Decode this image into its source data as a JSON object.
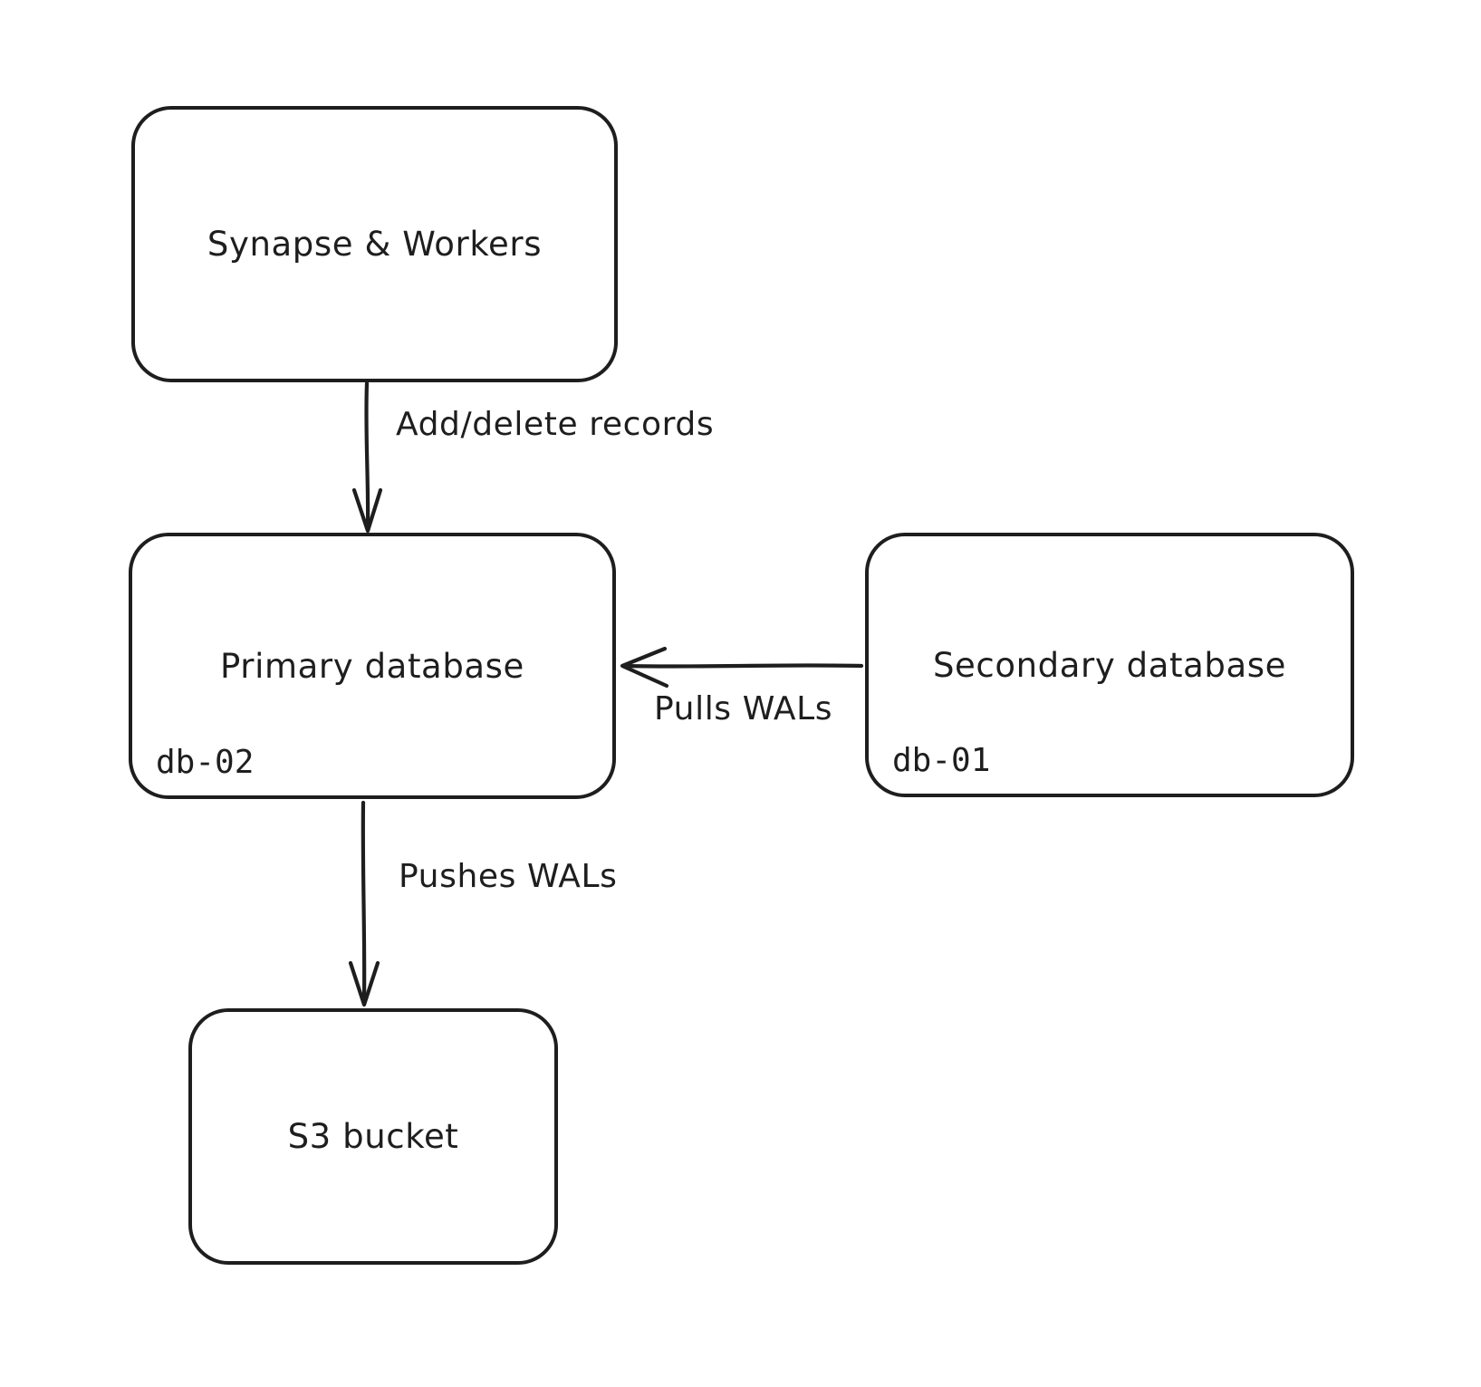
{
  "diagram": {
    "colors": {
      "stroke": "#1e1e1e",
      "background": "#ffffff"
    },
    "nodes": [
      {
        "id": "synapse-workers",
        "label": "Synapse & Workers"
      },
      {
        "id": "primary-database",
        "label": "Primary database",
        "sublabel": "db-02"
      },
      {
        "id": "secondary-database",
        "label": "Secondary database",
        "sublabel": "db-01"
      },
      {
        "id": "s3-bucket",
        "label": "S3 bucket"
      }
    ],
    "edges": [
      {
        "from": "synapse-workers",
        "to": "primary-database",
        "label": "Add/delete records",
        "direction": "down"
      },
      {
        "from": "secondary-database",
        "to": "primary-database",
        "label": "Pulls WALs",
        "direction": "left"
      },
      {
        "from": "primary-database",
        "to": "s3-bucket",
        "label": "Pushes WALs",
        "direction": "down"
      }
    ]
  }
}
